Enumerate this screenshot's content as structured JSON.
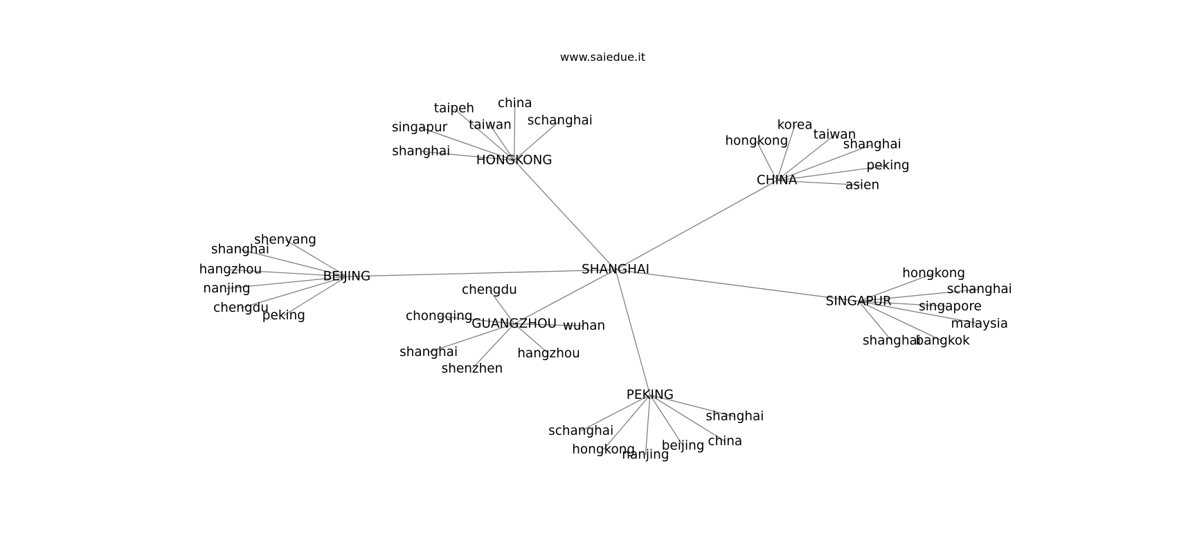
{
  "title": "www.saiedue.it",
  "colors": {
    "edge": "#808080",
    "text": "#000000",
    "background": "#ffffff"
  },
  "graph": {
    "root": "SHANGHAI",
    "hubs": [
      {
        "label": "HONGKONG",
        "children": [
          "taipeh",
          "china",
          "taiwan",
          "schanghai",
          "singapur",
          "shanghai"
        ]
      },
      {
        "label": "CHINA",
        "children": [
          "hongkong",
          "korea",
          "taiwan",
          "shanghai",
          "peking",
          "asien"
        ]
      },
      {
        "label": "BEIJING",
        "children": [
          "shenyang",
          "shanghai",
          "hangzhou",
          "nanjing",
          "chengdu",
          "peking"
        ]
      },
      {
        "label": "GUANGZHOU",
        "children": [
          "chengdu",
          "chongqing",
          "wuhan",
          "shanghai",
          "shenzhen",
          "hangzhou"
        ]
      },
      {
        "label": "SINGAPUR",
        "children": [
          "hongkong",
          "schanghai",
          "singapore",
          "malaysia",
          "shanghai",
          "bangkok"
        ]
      },
      {
        "label": "PEKING",
        "children": [
          "shanghai",
          "schanghai",
          "china",
          "beijing",
          "hongkong",
          "nanjing"
        ]
      }
    ]
  }
}
